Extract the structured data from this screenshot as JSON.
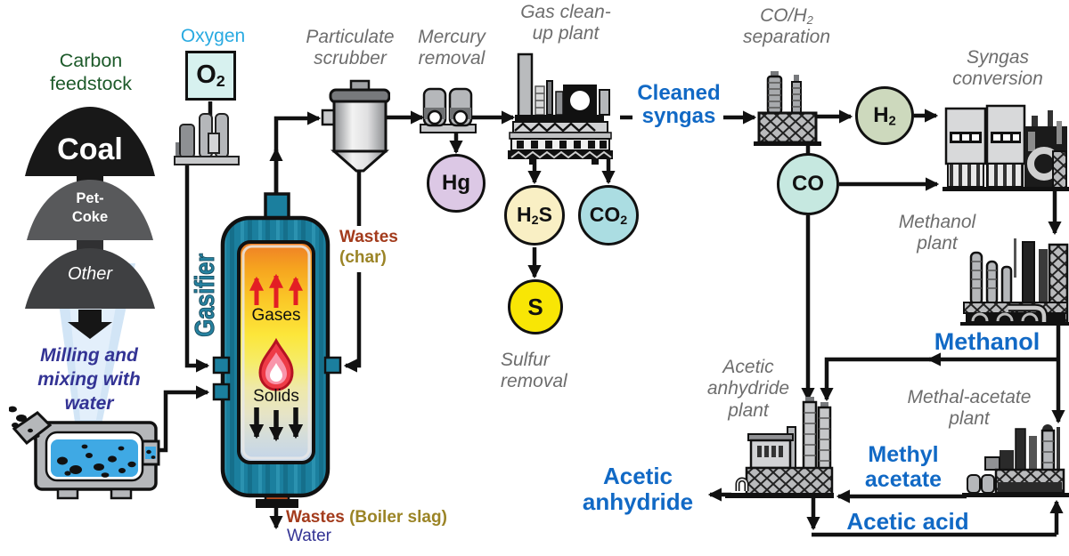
{
  "diagram": {
    "feedstock": {
      "title": [
        "Carbon",
        "feedstock"
      ],
      "coal": "Coal",
      "pet_coke": [
        "Pet-",
        "Coke"
      ],
      "other": "Other",
      "milling": [
        "Milling and",
        "mixing with",
        "water"
      ]
    },
    "oxygen": {
      "label": "Oxygen",
      "formula": {
        "main": "O",
        "sub": "2"
      }
    },
    "gasifier": {
      "title": "Gasifier",
      "gases": "Gases",
      "solids": "Solids"
    },
    "scrubber": {
      "label": [
        "Particulate",
        "scrubber"
      ]
    },
    "mercury": {
      "label": [
        "Mercury",
        "removal"
      ],
      "product": "Hg"
    },
    "cleanup": {
      "label": [
        "Gas clean-",
        "up plant"
      ]
    },
    "cleaned_syngas": [
      "Cleaned",
      "syngas"
    ],
    "separation": {
      "label_main": "CO/H",
      "label_sub": "2",
      "label_line2": "separation",
      "h2": {
        "pre": "H",
        "sub": "2"
      },
      "co": {
        "pre": "CO"
      }
    },
    "byproducts": {
      "h2s": {
        "pre": "H",
        "sub": "2",
        "post": "S"
      },
      "co2": {
        "pre": "CO",
        "sub": "2"
      },
      "s": "S",
      "sulfur_removal": [
        "Sulfur",
        "removal"
      ]
    },
    "syngas_conversion": [
      "Syngas",
      "conversion"
    ],
    "methanol_plant": [
      "Methanol",
      "plant"
    ],
    "acetic_anhydride_plant": [
      "Acetic",
      "anhydride",
      "plant"
    ],
    "methal_acetate_plant": [
      "Methal-acetate",
      "plant"
    ],
    "streams": {
      "methanol": "Methanol",
      "methyl_acetate": [
        "Methyl",
        "acetate"
      ],
      "acetic_anhydride": [
        "Acetic",
        "anhydride"
      ],
      "acetic_acid": "Acetic acid"
    },
    "wastes": {
      "char": [
        "Wastes",
        "(char)"
      ],
      "boiler_word": "Wastes",
      "boiler_paren": "(Boiler slag)",
      "water": "Water"
    },
    "colors": {
      "blue_stream": "#1169c5",
      "gray_label": "#6d6d6d",
      "green_label": "#1d5a2a",
      "cyan_label": "#29aae1",
      "navy_label": "#333394",
      "rust_label": "#a33b1c",
      "gold_label": "#9b8426",
      "gasifier_teal": "#1b7f9e",
      "circle_hg": "#dcc8e5",
      "circle_h2s": "#f9efc4",
      "circle_co2": "#abdde2",
      "circle_s": "#f8e605",
      "circle_h2": "#cdd9bd",
      "circle_co": "#c6e8e0",
      "o2_box": "#d7f1ef"
    }
  }
}
